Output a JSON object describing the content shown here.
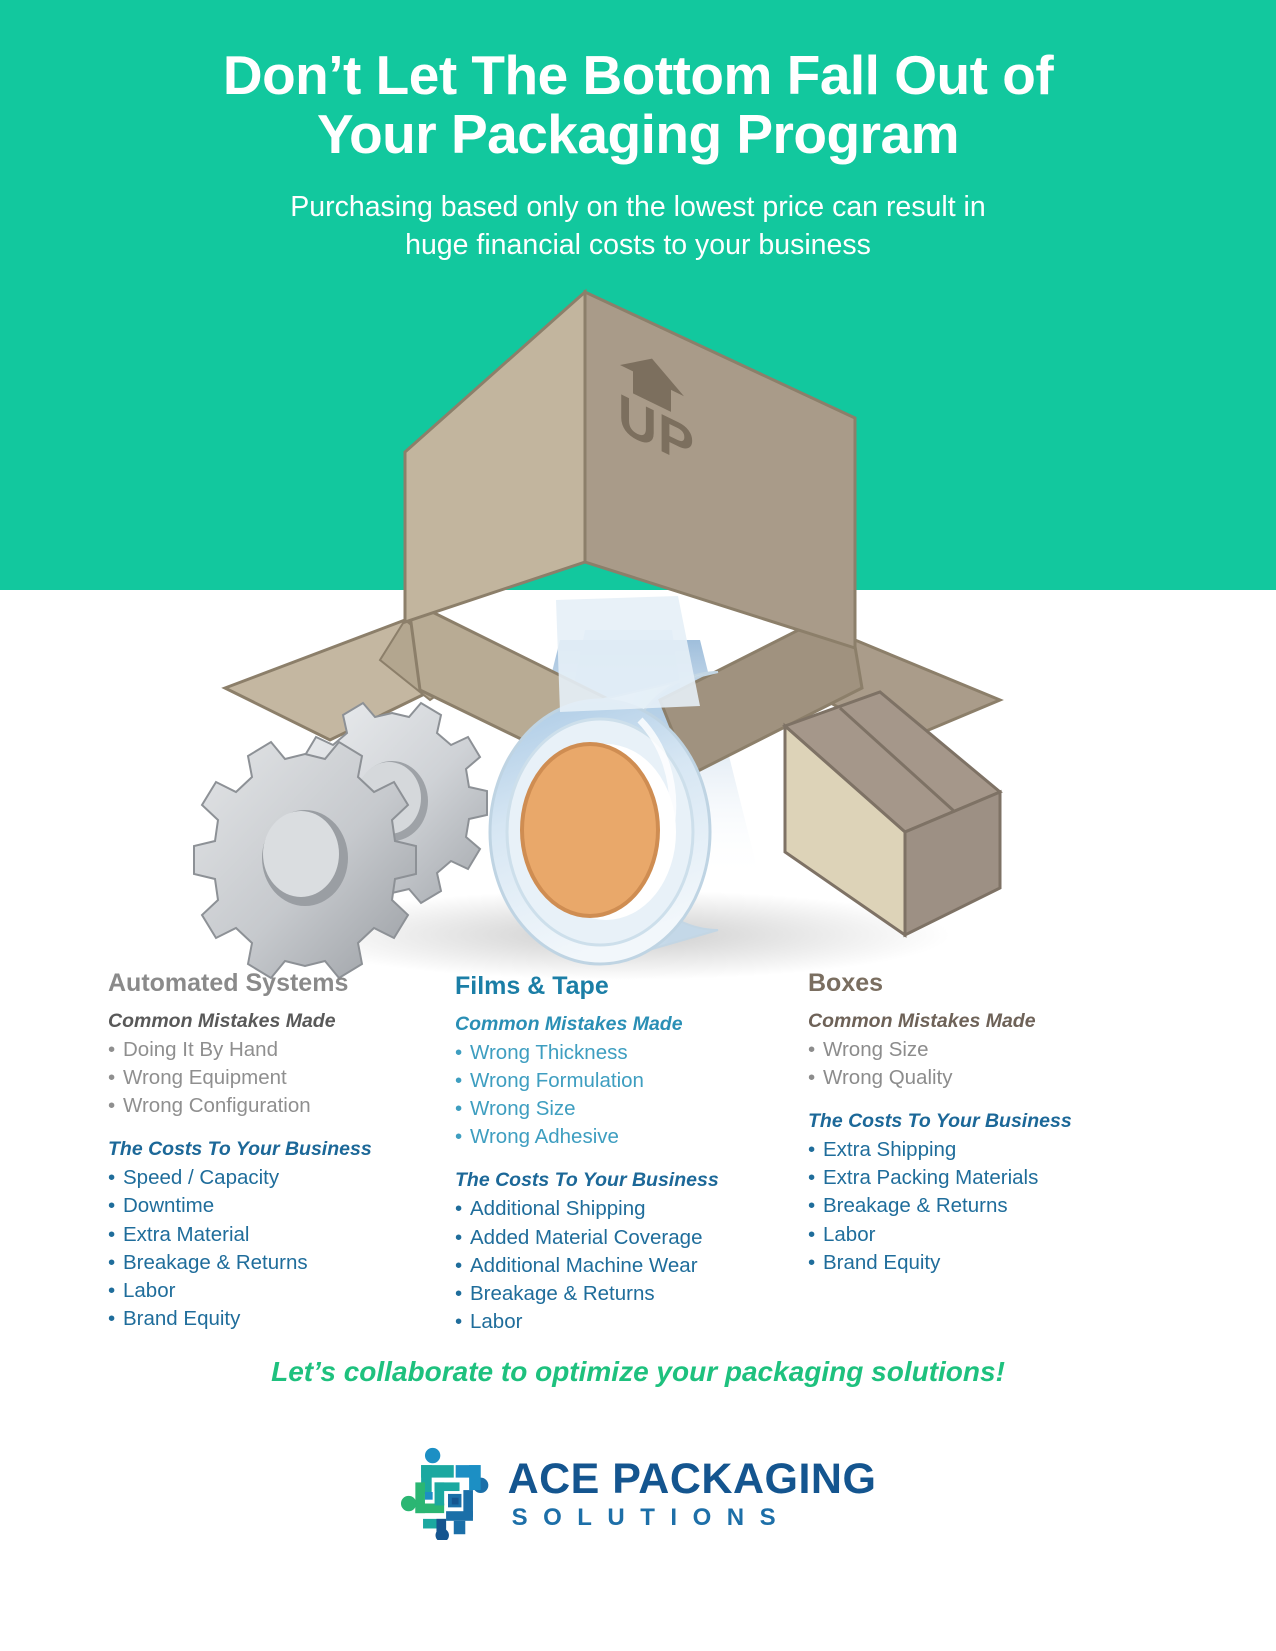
{
  "banner": {
    "title_line1": "Don’t Let The Bottom Fall Out of",
    "title_line2": "Your Packaging Program",
    "subtitle_line1": "Purchasing based only on the lowest price can result in",
    "subtitle_line2": "huge financial costs to your business",
    "bg_color": "#12c89e"
  },
  "illustration": {
    "box_label": "UP",
    "box_light_face": "#c2b59e",
    "box_dark_face": "#a99b89",
    "gear_color": "#b9bcc0",
    "tape_core_color": "#e9a86a",
    "tape_film_color": "#d8e6f2"
  },
  "columns": [
    {
      "title": "Automated Systems",
      "title_color": "#8a8a8a",
      "mistakes_heading": "Common Mistakes Made",
      "mistakes": [
        "Doing It By Hand",
        "Wrong Equipment",
        "Wrong Configuration"
      ],
      "costs_heading": "The Costs To Your Business",
      "costs": [
        "Speed / Capacity",
        "Downtime",
        "Extra Material",
        "Breakage & Returns",
        "Labor",
        "Brand Equity"
      ]
    },
    {
      "title": "Films & Tape",
      "title_color": "#1b7ea6",
      "mistakes_heading": "Common Mistakes Made",
      "mistakes": [
        "Wrong Thickness",
        "Wrong Formulation",
        "Wrong Size",
        "Wrong Adhesive"
      ],
      "costs_heading": "The Costs To Your Business",
      "costs": [
        "Additional Shipping",
        "Added Material Coverage",
        "Additional Machine Wear",
        "Breakage & Returns",
        "Labor"
      ]
    },
    {
      "title": "Boxes",
      "title_color": "#7a6e60",
      "mistakes_heading": "Common Mistakes Made",
      "mistakes": [
        "Wrong Size",
        "Wrong Quality"
      ],
      "costs_heading": "The Costs To Your Business",
      "costs": [
        "Extra Shipping",
        "Extra Packing Materials",
        "Breakage & Returns",
        "Labor",
        "Brand Equity"
      ]
    }
  ],
  "tagline": "Let’s collaborate to optimize your packaging solutions!",
  "logo": {
    "name_main": "ACE PACKAGING",
    "name_sub": "SOLUTIONS",
    "main_color": "#14558f",
    "sub_color": "#1d6fa8",
    "mark_colors": [
      "#2bb673",
      "#1ba8a0",
      "#1c8fc4",
      "#1b6fa8",
      "#15558f"
    ]
  }
}
